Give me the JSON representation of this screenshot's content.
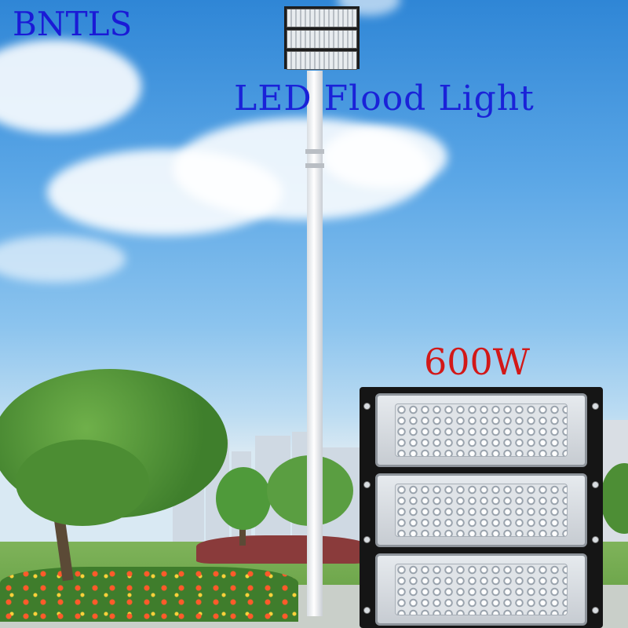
{
  "brand": "BNTLS",
  "title": "LED Flood Light",
  "power": "600W",
  "colors": {
    "brand_text": "#1a1ad6",
    "title_text": "#1a22d8",
    "power_text": "#d21818",
    "sky_top": "#2f86d6",
    "fixture_frame": "#151515"
  }
}
